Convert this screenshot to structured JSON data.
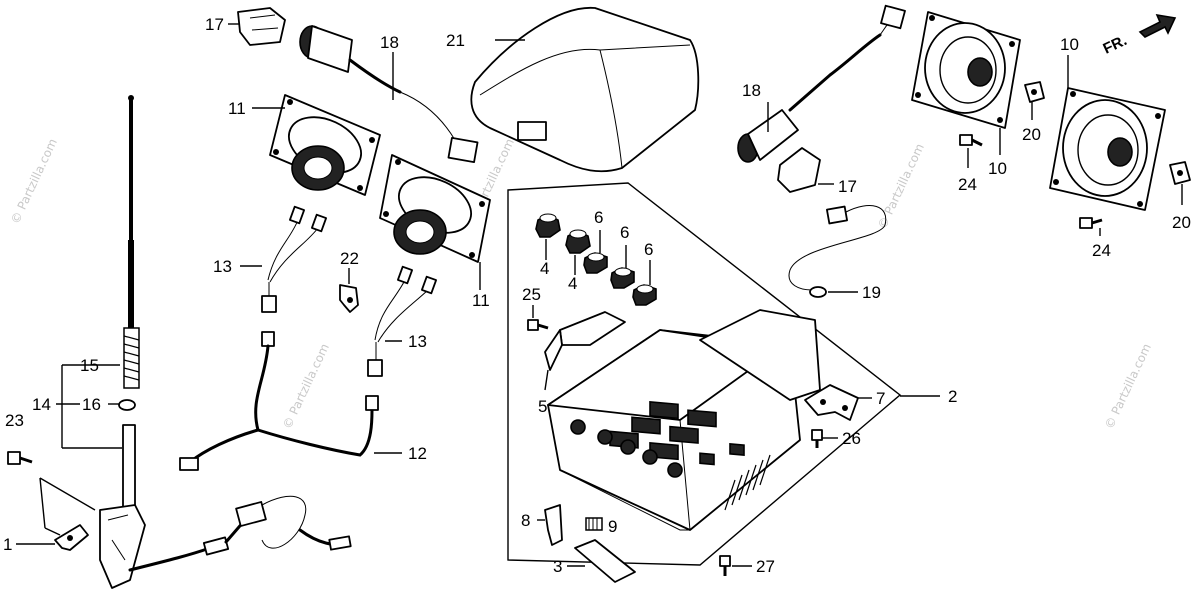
{
  "labels": {
    "l1": "1",
    "l2": "2",
    "l3": "3",
    "l4a": "4",
    "l4b": "4",
    "l5": "5",
    "l6a": "6",
    "l6b": "6",
    "l6c": "6",
    "l7": "7",
    "l8": "8",
    "l9": "9",
    "l10a": "10",
    "l10b": "10",
    "l11a": "11",
    "l11b": "11",
    "l12": "12",
    "l13a": "13",
    "l13b": "13",
    "l14": "14",
    "l15": "15",
    "l16": "16",
    "l17a": "17",
    "l17b": "17",
    "l18a": "18",
    "l18b": "18",
    "l19": "19",
    "l20a": "20",
    "l20b": "20",
    "l21": "21",
    "l22": "22",
    "l23": "23",
    "l24a": "24",
    "l24b": "24",
    "l25": "25",
    "l26": "26",
    "l27": "27"
  },
  "orientation": {
    "text": "FR."
  },
  "watermark": {
    "text": "© Partzilla.com"
  }
}
